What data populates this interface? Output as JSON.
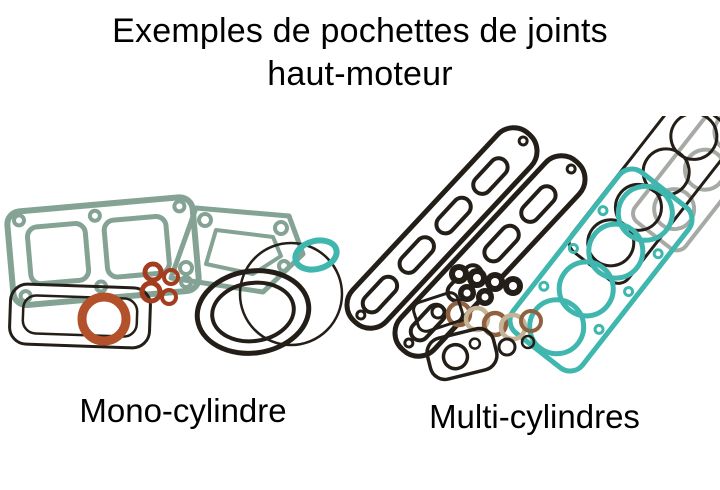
{
  "title": {
    "line1": "Exemples de pochettes de joints",
    "line2": "haut-moteur"
  },
  "captions": {
    "left": "Mono-cylindre",
    "right": "Multi-cylindres"
  },
  "photo": {
    "description": "Two top-end engine gasket kits: single-cylinder kit on the left, multi-cylinder kit on the right"
  },
  "colors": {
    "background": "#ffffff",
    "gasket_green": "#84a395",
    "gasket_teal": "#3fb6ae",
    "line_dark": "#241e18",
    "orange": "#b3512b",
    "orange_dark": "#a33d1f",
    "copper": "#8f6140",
    "beige": "#c6b396",
    "gray": "#a6aaa4"
  }
}
